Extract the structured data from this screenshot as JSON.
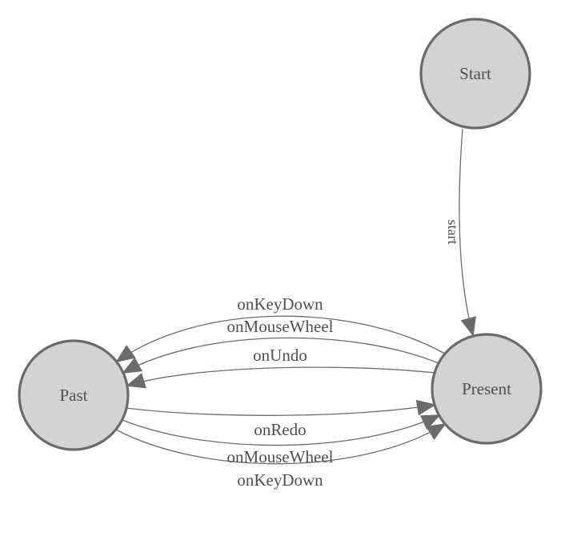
{
  "diagram": {
    "type": "state-machine",
    "colors": {
      "background": "#ffffff",
      "node_fill": "#d3d3d3",
      "node_stroke": "#6b6b6b",
      "edge_stroke": "#6b6b6b",
      "arrowhead_fill": "#6b6b6b",
      "text": "#4f4f4f"
    },
    "nodes": [
      {
        "id": "start",
        "label": "Start"
      },
      {
        "id": "past",
        "label": "Past"
      },
      {
        "id": "present",
        "label": "Present"
      }
    ],
    "edges": [
      {
        "from": "start",
        "to": "present",
        "label": "start",
        "label_orientation": "vertical"
      },
      {
        "from": "present",
        "to": "past",
        "label": "onKeyDown",
        "label_orientation": "horizontal"
      },
      {
        "from": "present",
        "to": "past",
        "label": "onMouseWheel",
        "label_orientation": "horizontal"
      },
      {
        "from": "present",
        "to": "past",
        "label": "onUndo",
        "label_orientation": "horizontal"
      },
      {
        "from": "past",
        "to": "present",
        "label": "onRedo",
        "label_orientation": "horizontal"
      },
      {
        "from": "past",
        "to": "present",
        "label": "onMouseWheel",
        "label_orientation": "horizontal"
      },
      {
        "from": "past",
        "to": "present",
        "label": "onKeyDown",
        "label_orientation": "horizontal"
      }
    ]
  }
}
